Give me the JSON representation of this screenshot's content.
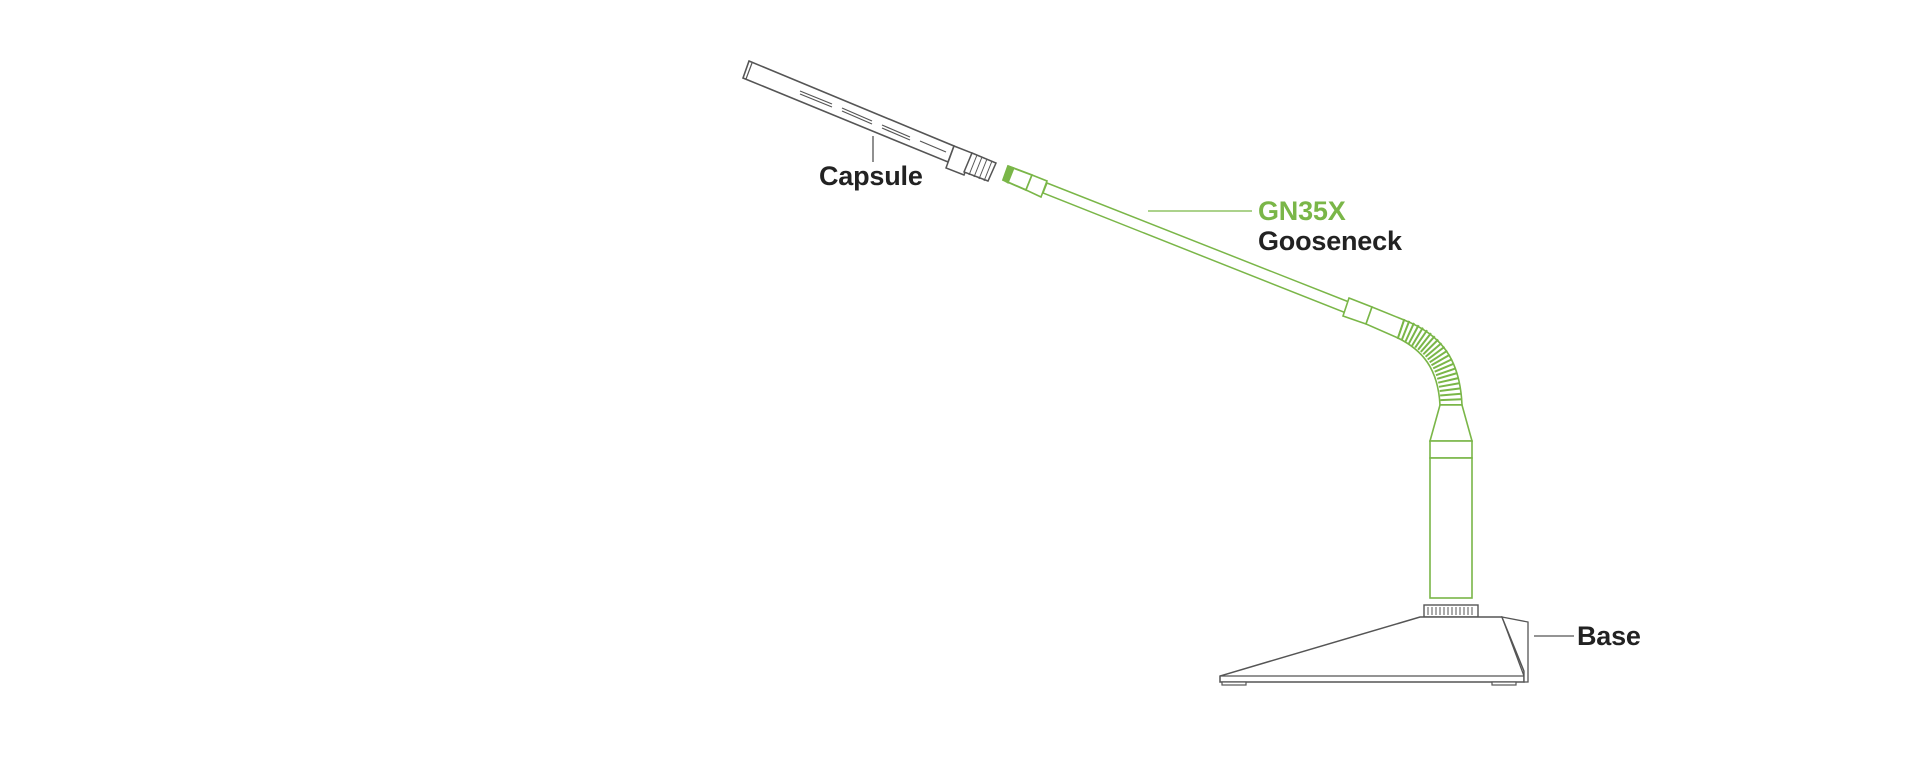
{
  "labels": {
    "capsule": "Capsule",
    "model": "GN35X",
    "gooseneck": "Gooseneck",
    "base": "Base"
  },
  "colors": {
    "accent": "#7ab648",
    "outline": "#555555",
    "text": "#222222"
  }
}
